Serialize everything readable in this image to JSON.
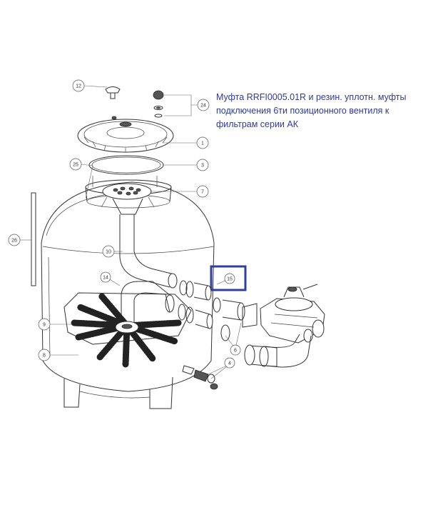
{
  "caption": {
    "lines": [
      "Муфта RRFI0005.01R и резин. уплотн. муфты",
      "подключения  6ти позиционного вентиля к",
      "фильтрам серии АК"
    ]
  },
  "callouts": {
    "c12": "12",
    "c24": "24",
    "c1": "1",
    "c3": "3",
    "c7": "7",
    "c26": "26",
    "c25": "25",
    "c10": "10",
    "c15": "15",
    "c14": "14",
    "c9": "9",
    "c8": "8",
    "c6": "6",
    "c4": "4"
  },
  "colors": {
    "highlight": "#2e3f9c",
    "caption": "#2e3a9a"
  }
}
